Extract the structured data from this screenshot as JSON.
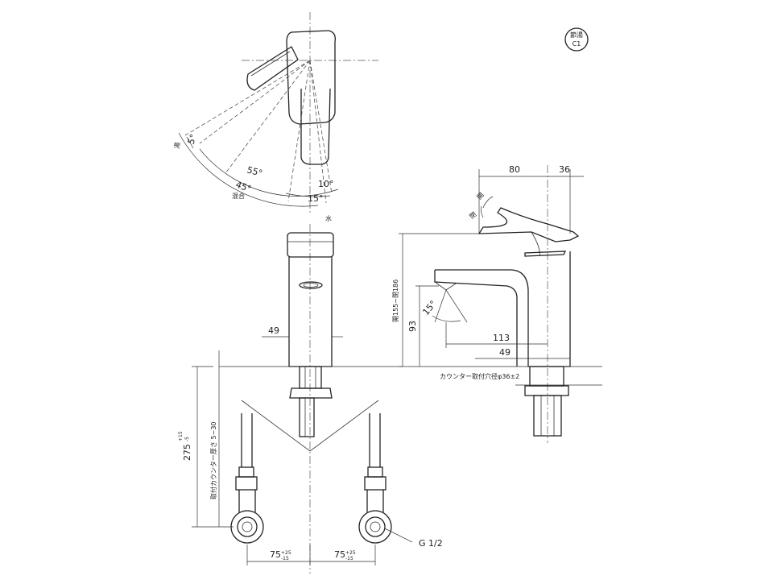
{
  "badge": {
    "line1": "節湯",
    "line2": "C1"
  },
  "top_view": {
    "angle_5": "5°",
    "angle_55": "55°",
    "angle_45": "45°",
    "angle_10": "10°",
    "angle_15": "15°",
    "label_hot": "湯",
    "label_mix": "混合",
    "label_water": "水"
  },
  "side_view": {
    "dim_80": "80",
    "dim_36": "36",
    "label_open": "開",
    "label_close": "閉",
    "dim_height": "開155~閉186",
    "dim_93": "93",
    "dim_113": "113",
    "dim_49": "49",
    "angle_15": "15°",
    "counter_hole": "カウンター取付穴径φ36±2"
  },
  "front_view": {
    "dim_49": "49",
    "dim_275": "275",
    "dim_275_tol_up": "+15",
    "dim_275_tol_dn": "-5",
    "counter_thickness": "取付カウンター厚さ 5~30",
    "dim_75_left": "75",
    "dim_75_right": "75",
    "tol_up": "+25",
    "tol_dn": "-15",
    "thread": "G 1/2"
  }
}
